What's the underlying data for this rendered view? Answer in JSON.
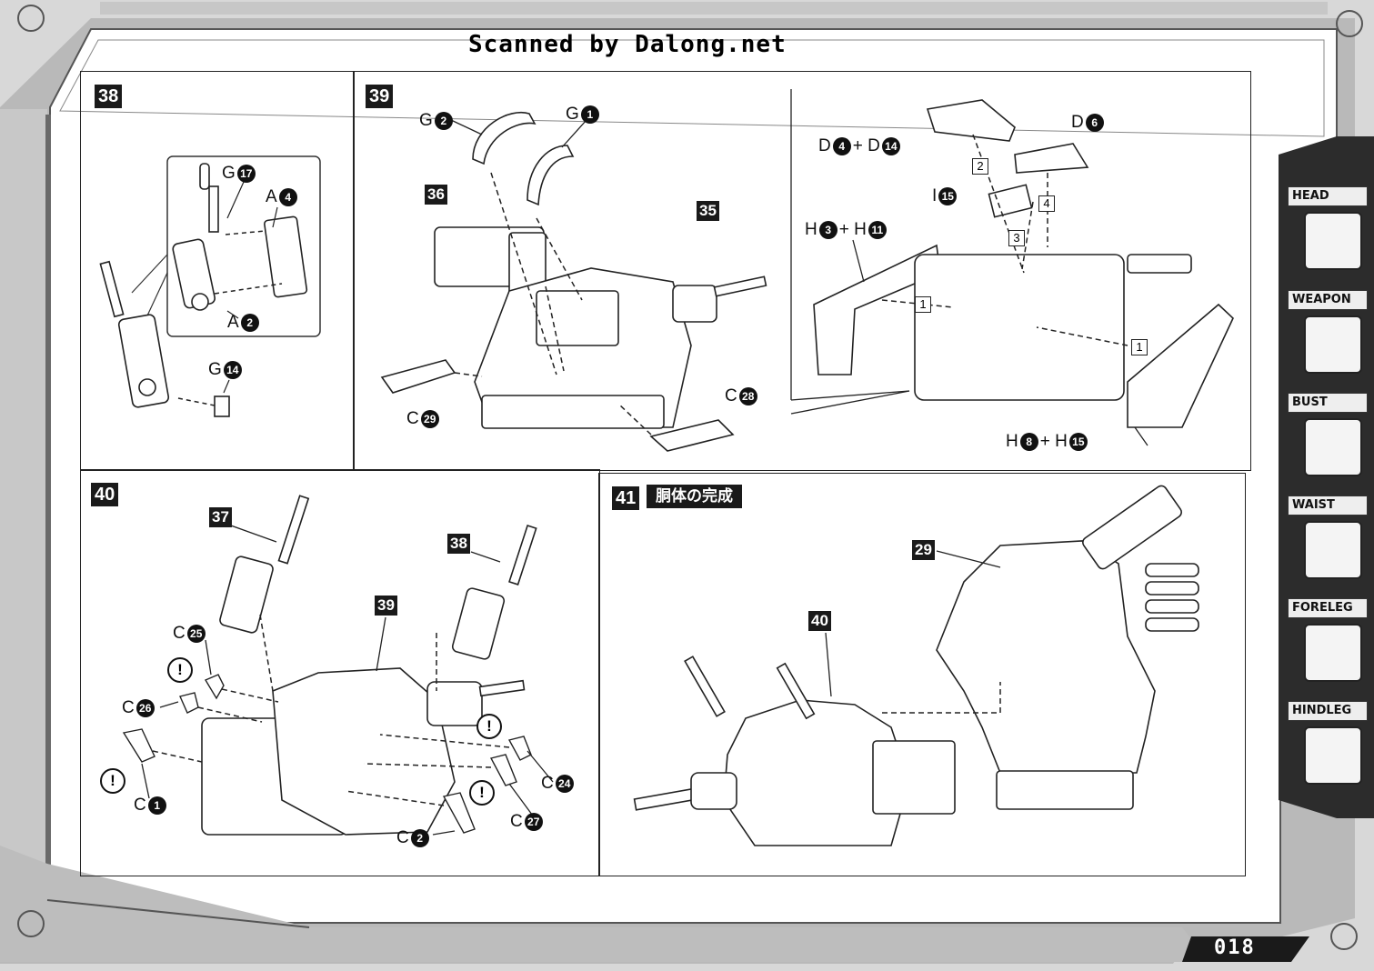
{
  "scan_credit": "Scanned by Dalong.net",
  "page_number": "018",
  "side_tabs": [
    {
      "label": "HEAD",
      "icon": "head-icon"
    },
    {
      "label": "WEAPON",
      "icon": "weapon-icon"
    },
    {
      "label": "BUST",
      "icon": "bust-icon"
    },
    {
      "label": "WAIST",
      "icon": "waist-icon"
    },
    {
      "label": "FORELEG",
      "icon": "foreleg-icon"
    },
    {
      "label": "HINDLEG",
      "icon": "hindleg-icon"
    }
  ],
  "steps": {
    "s38": {
      "badge": "38",
      "labels": [
        {
          "letter": "G",
          "num": "17"
        },
        {
          "letter": "A",
          "num": "4"
        },
        {
          "letter": "A",
          "num": "2"
        },
        {
          "letter": "G",
          "num": "14"
        }
      ]
    },
    "s39": {
      "badge": "39",
      "refs": [
        "36",
        "35"
      ],
      "labels": [
        {
          "letter": "G",
          "num": "2"
        },
        {
          "letter": "G",
          "num": "1"
        },
        {
          "letter": "C",
          "num": "29"
        },
        {
          "letter": "C",
          "num": "28"
        },
        {
          "text": "D",
          "num": "4",
          "text2": "+ D",
          "num2": "14"
        },
        {
          "letter": "D",
          "num": "6"
        },
        {
          "letter": "I",
          "num": "15"
        },
        {
          "text": "H",
          "num": "3",
          "text2": "+ H",
          "num2": "11"
        },
        {
          "text": "H",
          "num": "8",
          "text2": "+ H",
          "num2": "15"
        }
      ],
      "order_marks": [
        "2",
        "4",
        "3",
        "1",
        "1"
      ]
    },
    "s40": {
      "badge": "40",
      "refs": [
        "37",
        "38",
        "39"
      ],
      "labels": [
        {
          "letter": "C",
          "num": "25"
        },
        {
          "letter": "C",
          "num": "26"
        },
        {
          "letter": "C",
          "num": "1"
        },
        {
          "letter": "C",
          "num": "2"
        },
        {
          "letter": "C",
          "num": "24"
        },
        {
          "letter": "C",
          "num": "27"
        }
      ],
      "warning_mark": "!"
    },
    "s41": {
      "badge": "41",
      "title": "胴体の完成",
      "refs": [
        "29",
        "40"
      ]
    }
  }
}
